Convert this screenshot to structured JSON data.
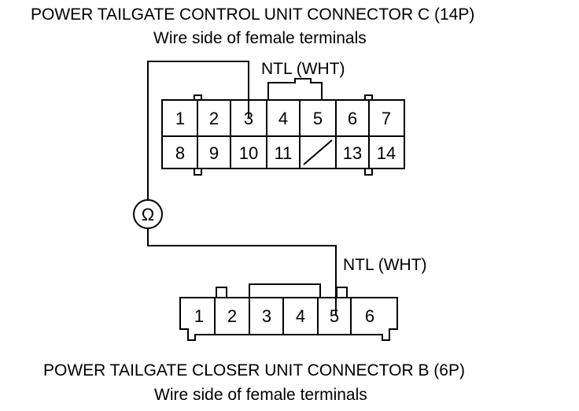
{
  "connector_c": {
    "title": "POWER TAILGATE CONTROL UNIT CONNECTOR C (14P)",
    "subtitle": "Wire side of female terminals",
    "wire_label": "NTL (WHT)",
    "row1": [
      "1",
      "2",
      "3",
      "4",
      "5",
      "6",
      "7"
    ],
    "row2": [
      "8",
      "9",
      "10",
      "11",
      "",
      "13",
      "14"
    ]
  },
  "connector_b": {
    "title": "POWER TAILGATE CLOSER UNIT CONNECTOR B (6P)",
    "subtitle": "Wire side of female terminals",
    "wire_label": "NTL (WHT)",
    "terminals": [
      "1",
      "2",
      "3",
      "4",
      "5",
      "6"
    ]
  },
  "ohmmeter": {
    "symbol": "Ω"
  }
}
